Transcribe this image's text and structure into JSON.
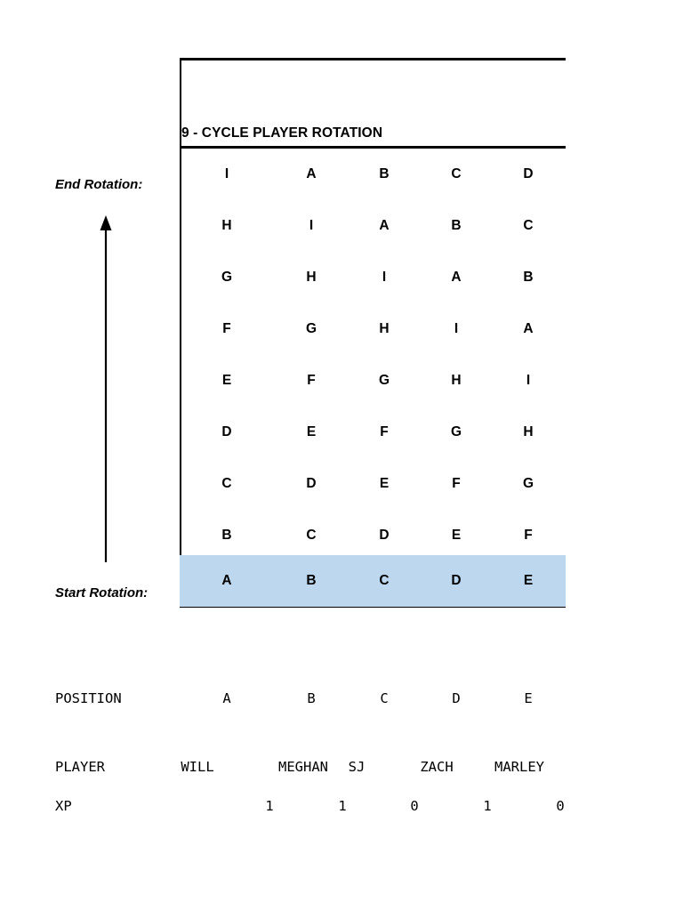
{
  "chart": {
    "title": "9 - CYCLE PLAYER ROTATION",
    "end_label": "End Rotation:",
    "start_label": "Start Rotation:",
    "arrow_icon": "up-arrow-icon",
    "highlight_color": "#BDD7EE",
    "border_color": "#000000",
    "column_x": [
      255,
      350,
      432,
      513,
      594
    ],
    "row_top": [
      167,
      225,
      283,
      341,
      399,
      457,
      515,
      573,
      624
    ],
    "rows": [
      {
        "cells": [
          "I",
          "A",
          "B",
          "C",
          "D"
        ],
        "highlight": false
      },
      {
        "cells": [
          "H",
          "I",
          "A",
          "B",
          "C"
        ],
        "highlight": false
      },
      {
        "cells": [
          "G",
          "H",
          "I",
          "A",
          "B"
        ],
        "highlight": false
      },
      {
        "cells": [
          "F",
          "G",
          "H",
          "I",
          "A"
        ],
        "highlight": false
      },
      {
        "cells": [
          "E",
          "F",
          "G",
          "H",
          "I"
        ],
        "highlight": false
      },
      {
        "cells": [
          "D",
          "E",
          "F",
          "G",
          "H"
        ],
        "highlight": false
      },
      {
        "cells": [
          "C",
          "D",
          "E",
          "F",
          "G"
        ],
        "highlight": false
      },
      {
        "cells": [
          "B",
          "C",
          "D",
          "E",
          "F"
        ],
        "highlight": false
      },
      {
        "cells": [
          "A",
          "B",
          "C",
          "D",
          "E"
        ],
        "highlight": true
      }
    ]
  },
  "roster": {
    "position": {
      "label": "POSITION",
      "values": [
        "A",
        "B",
        "C",
        "D",
        "E"
      ],
      "x": [
        255,
        350,
        432,
        513,
        594
      ]
    },
    "player": {
      "label": "PLAYER",
      "values": [
        "WILL",
        "MEGHAN",
        "SJ",
        "ZACH",
        "MARLEY"
      ],
      "x": [
        222,
        341,
        401,
        491,
        584
      ]
    },
    "xp": {
      "label": "XP",
      "values": [
        "1",
        "1",
        "0",
        "1",
        "0"
      ],
      "x": [
        303,
        385,
        466,
        548,
        630
      ]
    }
  },
  "chart_data": {
    "type": "table",
    "title": "9 - CYCLE PLAYER ROTATION",
    "categories": [
      "A",
      "B",
      "C",
      "D",
      "E"
    ],
    "rotation_letters": [
      "A",
      "B",
      "C",
      "D",
      "E",
      "F",
      "G",
      "H",
      "I"
    ],
    "cycle_length": 9,
    "matrix": [
      [
        "I",
        "A",
        "B",
        "C",
        "D"
      ],
      [
        "H",
        "I",
        "A",
        "B",
        "C"
      ],
      [
        "G",
        "H",
        "I",
        "A",
        "B"
      ],
      [
        "F",
        "G",
        "H",
        "I",
        "A"
      ],
      [
        "E",
        "F",
        "G",
        "H",
        "I"
      ],
      [
        "D",
        "E",
        "F",
        "G",
        "H"
      ],
      [
        "C",
        "D",
        "E",
        "F",
        "G"
      ],
      [
        "B",
        "C",
        "D",
        "E",
        "F"
      ],
      [
        "A",
        "B",
        "C",
        "D",
        "E"
      ]
    ],
    "highlighted_row_index": 8,
    "start_row": [
      "A",
      "B",
      "C",
      "D",
      "E"
    ],
    "end_row": [
      "I",
      "A",
      "B",
      "C",
      "D"
    ],
    "players": [
      "WILL",
      "MEGHAN",
      "SJ",
      "ZACH",
      "MARLEY"
    ],
    "xp": [
      1,
      1,
      0,
      1,
      0
    ],
    "xlabel": "POSITION",
    "ylabel": "",
    "legend": [
      "Start Rotation:",
      "End Rotation:"
    ],
    "grid": false
  }
}
